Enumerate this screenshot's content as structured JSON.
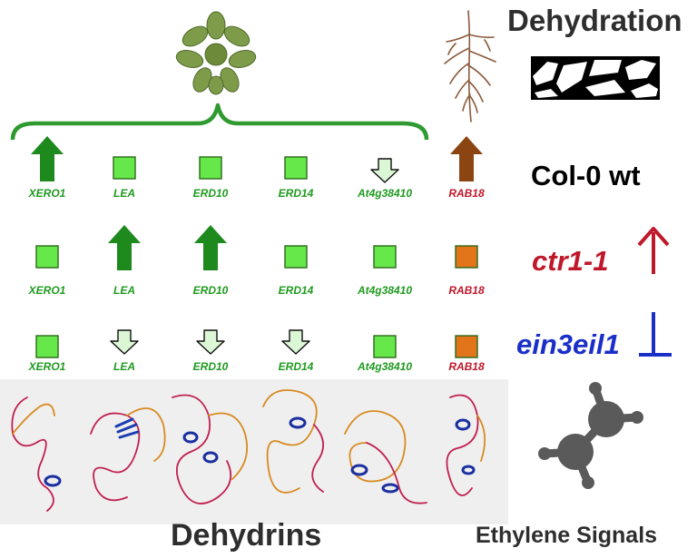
{
  "title_dehydration": "Dehydration",
  "footer_dehydrins": "Dehydrins",
  "footer_ethylene": "Ethylene Signals",
  "colors": {
    "dark_green": "#1e8a1e",
    "light_green": "#66e84a",
    "pale_green": "#dcf7d6",
    "brown": "#8b4513",
    "orange": "#e2741a",
    "red": "#c0182b",
    "blue": "#1a2fc8"
  },
  "columns": [
    {
      "gene": "XERO1",
      "color": "green"
    },
    {
      "gene": "LEA",
      "color": "green"
    },
    {
      "gene": "ERD10",
      "color": "green"
    },
    {
      "gene": "ERD14",
      "color": "green"
    },
    {
      "gene": "At4g38410",
      "color": "green"
    },
    {
      "gene": "RAB18",
      "color": "red"
    }
  ],
  "rows": [
    {
      "label": "Col-0 wt",
      "label_color": "black",
      "symbol": "none",
      "indicators": [
        "up-arrow",
        "square",
        "square",
        "square",
        "down-arrow-hollow",
        "up-arrow-brown"
      ]
    },
    {
      "label": "ctr1-1",
      "label_color": "red",
      "symbol": "up-arrow",
      "indicators": [
        "square",
        "up-arrow",
        "up-arrow",
        "square",
        "square",
        "square-orange"
      ]
    },
    {
      "label": "ein3eil1",
      "label_color": "blue",
      "symbol": "inhibition-bar",
      "indicators": [
        "square",
        "down-arrow-hollow",
        "down-arrow-hollow",
        "down-arrow-hollow",
        "square",
        "square-orange"
      ]
    }
  ]
}
